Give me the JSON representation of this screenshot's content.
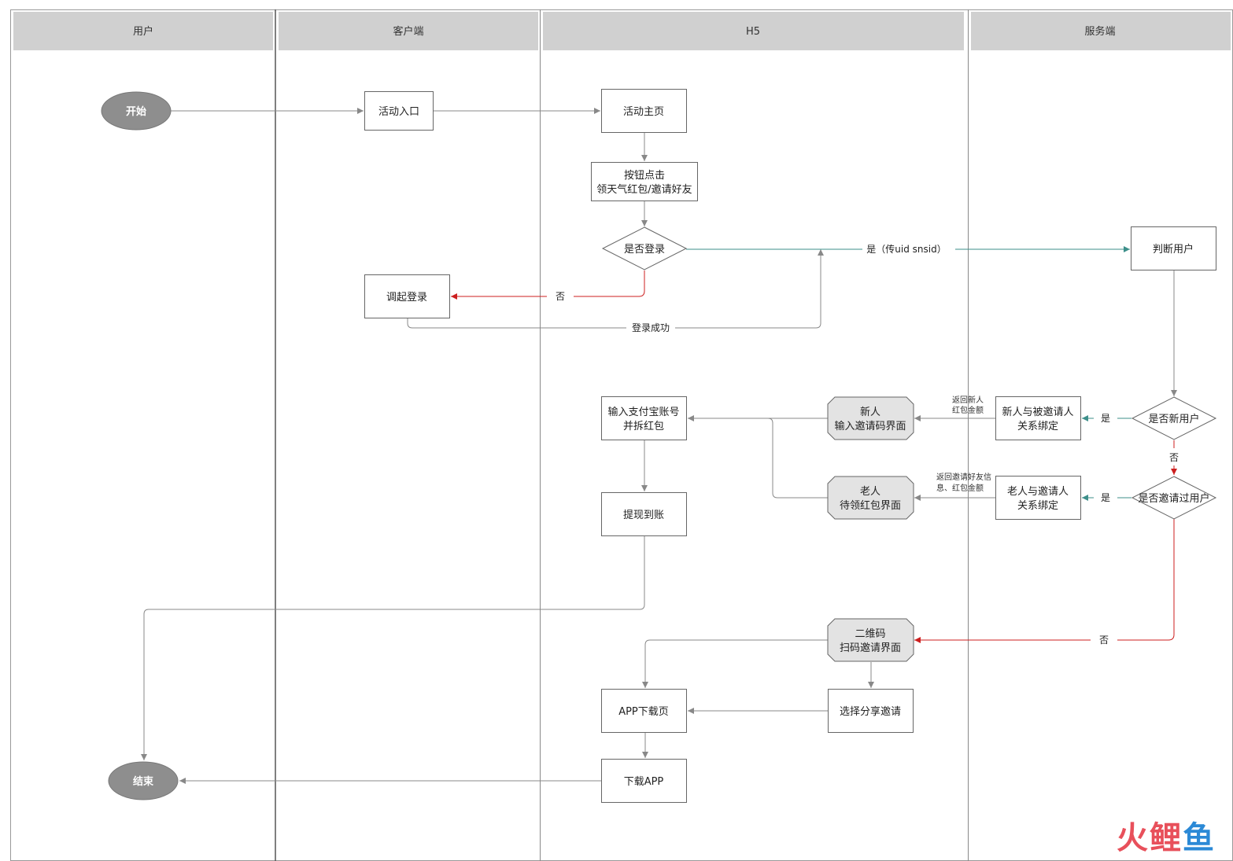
{
  "lanes": {
    "user": "用户",
    "client": "客户端",
    "h5": "H5",
    "server": "服务端"
  },
  "nodes": {
    "start": "开始",
    "activity_entry": "活动入口",
    "activity_home": "活动主页",
    "button_click_line1": "按钮点击",
    "button_click_line2": "领天气红包/邀请好友",
    "is_logged_in": "是否登录",
    "invoke_login": "调起登录",
    "judge_user": "判断用户",
    "is_new_user": "是否新用户",
    "new_bind_line1": "新人与被邀请人",
    "new_bind_line2": "关系绑定",
    "new_invite_line1": "新人",
    "new_invite_line2": "输入邀请码界面",
    "input_alipay_line1": "输入支付宝账号",
    "input_alipay_line2": "并拆红包",
    "withdraw": "提现到账",
    "is_invited": "是否邀请过用户",
    "old_bind_line1": "老人与邀请人",
    "old_bind_line2": "关系绑定",
    "old_pending_line1": "老人",
    "old_pending_line2": "待领红包界面",
    "qr_line1": "二维码",
    "qr_line2": "扫码邀请界面",
    "select_share": "选择分享邀请",
    "app_download_page": "APP下载页",
    "download_app": "下载APP",
    "end": "结束"
  },
  "edge_labels": {
    "not_logged_no": "否",
    "yes_pass_uid": "是（传uid snsid）",
    "login_success": "登录成功",
    "new_user_yes": "是",
    "new_user_no": "否",
    "invited_yes": "是",
    "invited_no": "否"
  },
  "notes": {
    "return_new_line1": "返回新人",
    "return_new_line2": "红包金额",
    "return_invite_line1": "返回邀请好友信",
    "return_invite_line2": "息、红包金额"
  },
  "watermark": {
    "c1": "火",
    "c2": "鲤",
    "c3": "鱼"
  },
  "colors": {
    "lane_header_bg": "#d0d0d0",
    "line_gray": "#888888",
    "line_red": "#cc1f1f",
    "line_teal": "#3d8f8a",
    "terminal_fill": "#8e8e8e",
    "screen_fill": "#e3e3e3"
  }
}
